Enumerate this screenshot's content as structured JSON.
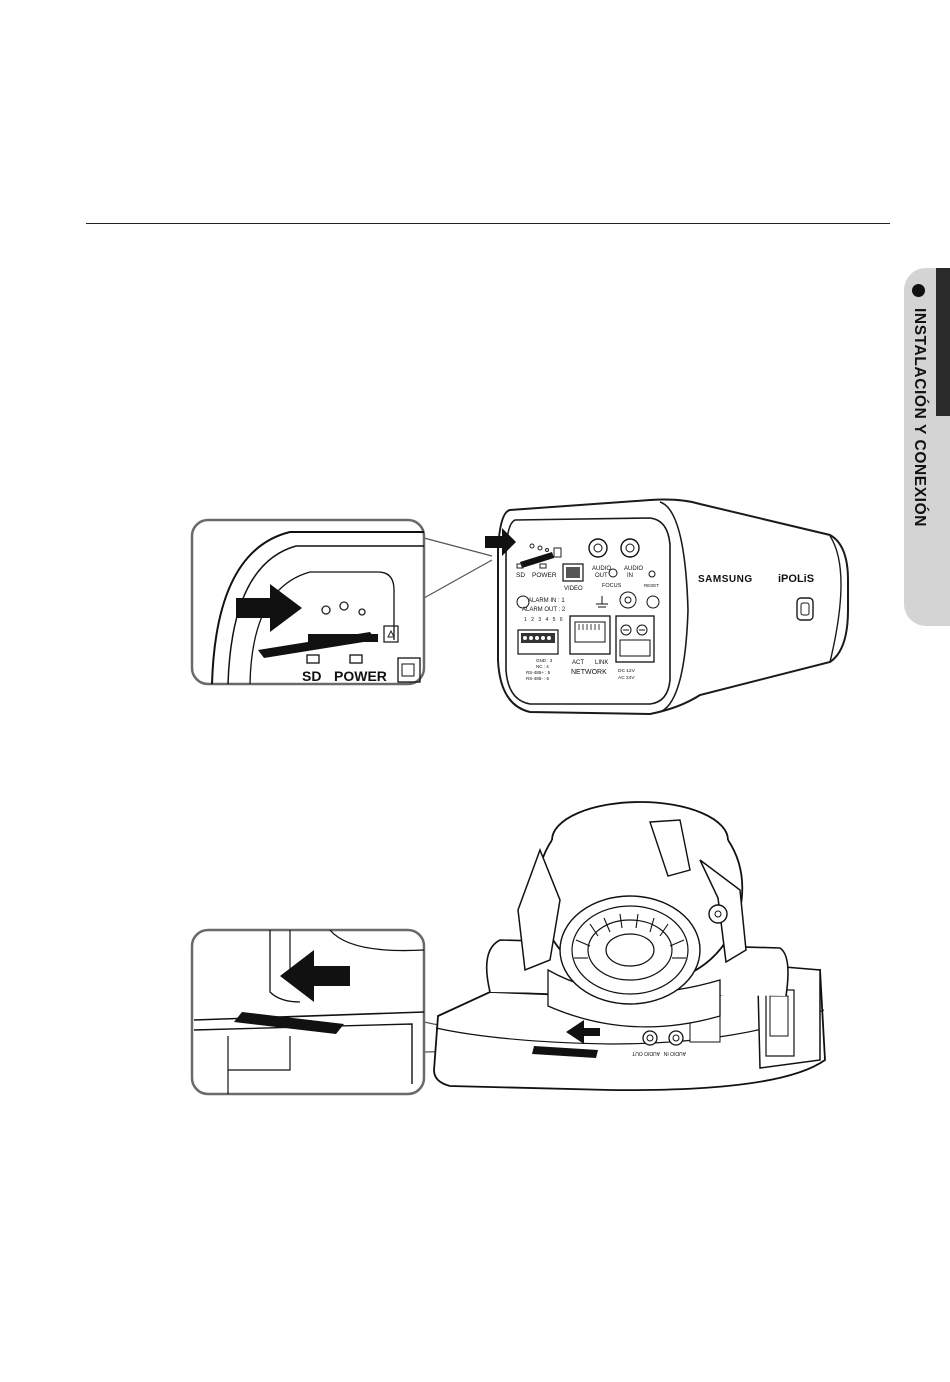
{
  "section_tab": {
    "label": "INSTALACIÓN Y CONEXIÓN"
  },
  "figure_box_camera": {
    "brand_logo": "SAMSUNG",
    "product_logo": "iPOLiS",
    "labels": {
      "sd": "SD",
      "power": "POWER",
      "video": "VIDEO",
      "audio_out_1": "AUDIO",
      "audio_out_2": "OUT",
      "audio_in_1": "AUDIO",
      "audio_in_2": "IN",
      "focus": "FOCUS",
      "reset": "RESET",
      "alarm_in": "ALARM IN : 1",
      "alarm_out": "ALARM OUT : 2",
      "pins": "1 2 3 4 5 6",
      "pin_legend_1": "GND : 3",
      "pin_legend_2": "NC : 4",
      "pin_legend_3": "RS-485+ : 5",
      "pin_legend_4": "RS-485- : 6",
      "act": "ACT",
      "link": "LINK",
      "network": "NETWORK",
      "dc": "DC 12V",
      "ac": "AC 24V"
    },
    "zoom_labels": {
      "sd": "SD",
      "power": "POWER"
    }
  },
  "figure_dome_camera": {
    "labels": {
      "audio_out": "AUDIO OUT",
      "audio_in": "AUDIO IN"
    }
  }
}
